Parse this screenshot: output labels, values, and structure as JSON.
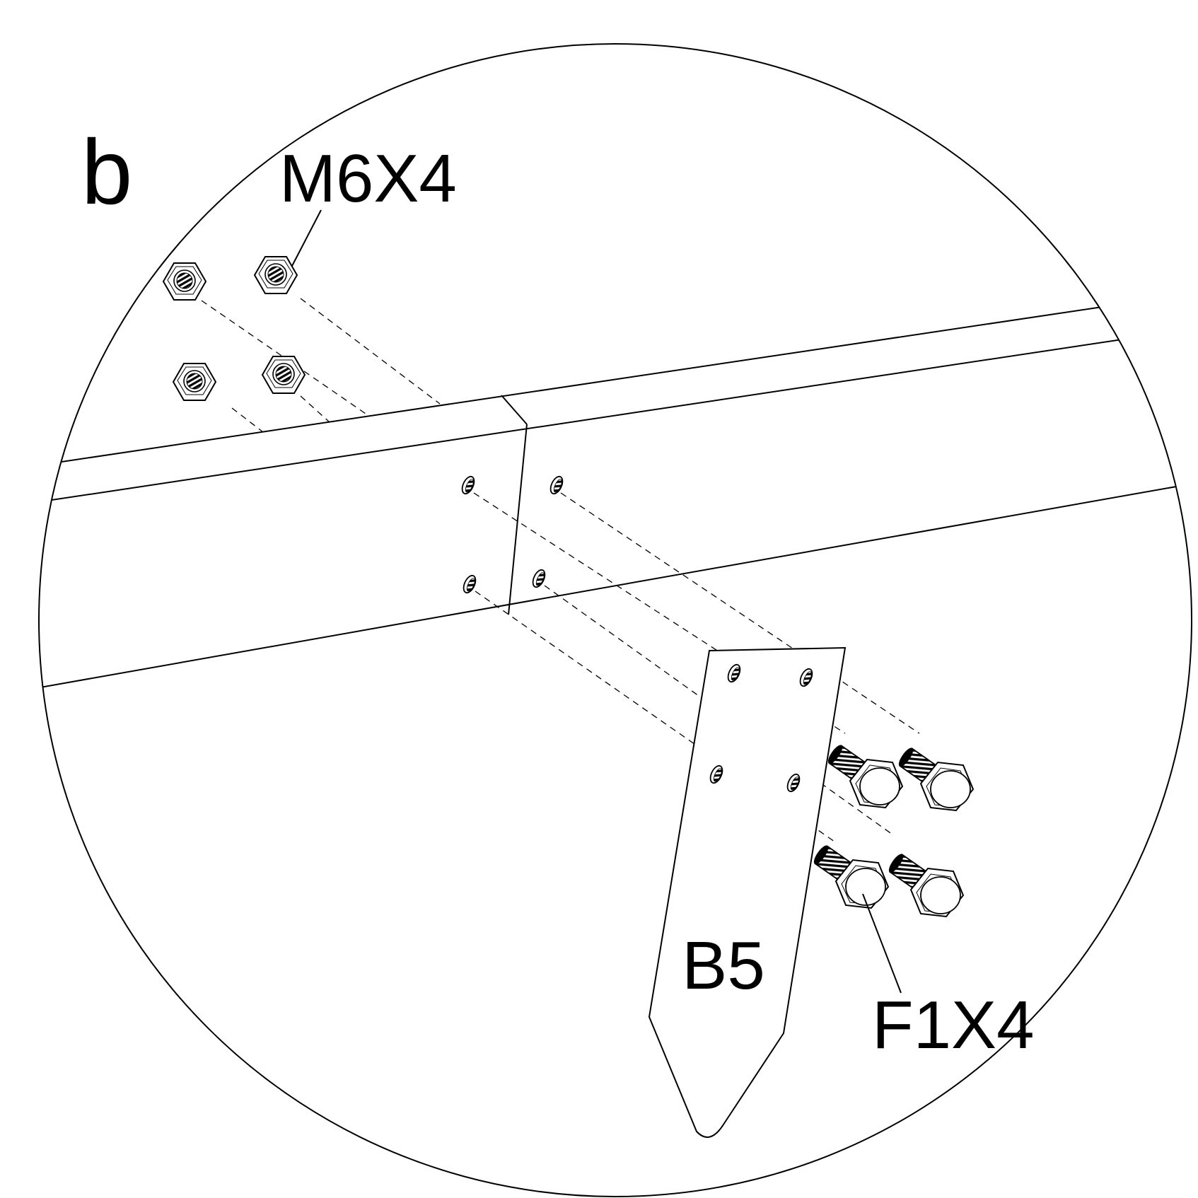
{
  "step_label": "b",
  "labels": {
    "nut": "M6X4",
    "bolt": "F1X4",
    "bracket": "B5"
  },
  "parts": {
    "nuts": {
      "code": "M6",
      "quantity": 4,
      "icon": "hex-nut-icon"
    },
    "bolts": {
      "code": "F1",
      "quantity": 4,
      "icon": "hex-bolt-icon"
    },
    "bracket": {
      "code": "B5",
      "icon": "stake-bracket-icon"
    }
  },
  "colors": {
    "line": "#000000",
    "background": "#ffffff"
  }
}
